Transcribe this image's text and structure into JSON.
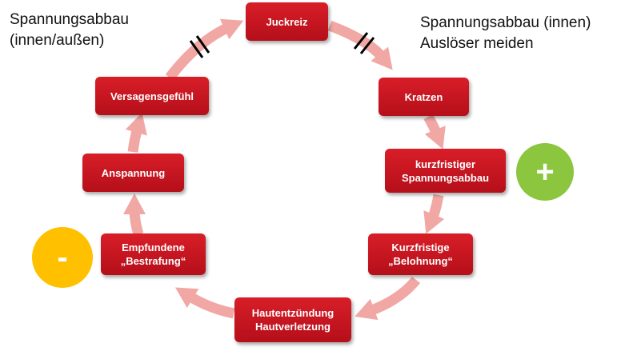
{
  "notes": {
    "left": [
      "Spannungsabbau",
      "(innen/außen)"
    ],
    "right": [
      "Spannungsabbau (innen)",
      "Auslöser meiden"
    ]
  },
  "cycle": {
    "itch": "Juckreiz",
    "scratch": "Kratzen",
    "short_relief": [
      "kurzfristiger",
      "Spannungsabbau"
    ],
    "short_reward": [
      "Kurzfristige",
      "„Belohnung“"
    ],
    "skin_damage": [
      "Hautentzündung",
      "Hautverletzung"
    ],
    "punishment": [
      "Empfundene",
      "„Bestrafung“"
    ],
    "tension": "Anspannung",
    "failure": "Versagensgefühl"
  },
  "badges": {
    "plus": {
      "symbol": "+",
      "color": "#8cc63f"
    },
    "minus": {
      "symbol": "-",
      "color": "#ffc000"
    }
  },
  "colors": {
    "box": "#c8101e",
    "arrow": "#f1a7a4",
    "interrupt": "#000000"
  }
}
